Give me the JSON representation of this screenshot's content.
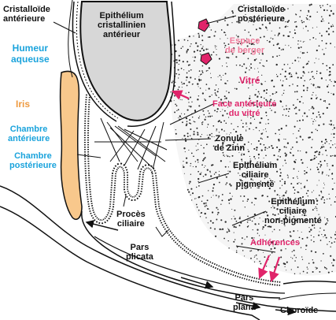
{
  "colors": {
    "lens_fill": "#d7d7d7",
    "iris_fill": "#f8c88c",
    "vitreous_dots": "#2b2b2b",
    "line": "#111111",
    "label_blue": "#1aa3dc",
    "label_pink": "#e0246a",
    "label_light_pink": "#f07a9a",
    "label_orange": "#ee9a40"
  },
  "labels": {
    "cristalloide_anterieure": [
      "Cristalloïde",
      "antérieure"
    ],
    "epithelium_cristallinien": [
      "Epithélium",
      "cristallinien",
      "antérieur"
    ],
    "cristalloide_posterieure": [
      "Cristalloïde",
      "postérieure"
    ],
    "humeur_aqueuse": [
      "Humeur",
      "aqueuse"
    ],
    "espace_de_berger": [
      "Espace",
      "de berger"
    ],
    "vitre": "Vitré",
    "iris": "Iris",
    "face_anterieure_vitre": [
      "Face antérieure",
      "du vitré"
    ],
    "chambre_anterieure": [
      "Chambre",
      "antérieure"
    ],
    "zonule_de_zinn": [
      "Zonule",
      "de Zinn"
    ],
    "chambre_posterieure": [
      "Chambre",
      "postérieure"
    ],
    "epithelium_pigmente": [
      "Epithélium",
      "ciliaire",
      "pigmenté"
    ],
    "epithelium_non_pigmente": [
      "Epithélium",
      "ciliaire",
      "non-pigmenté"
    ],
    "proces_ciliaire": [
      "Procès",
      "ciliaire"
    ],
    "adherences": "Adhérences",
    "pars_plicata": [
      "Pars",
      "plicata"
    ],
    "pars_plana": [
      "Pars",
      "plana"
    ],
    "choroide": "Choroïde"
  }
}
